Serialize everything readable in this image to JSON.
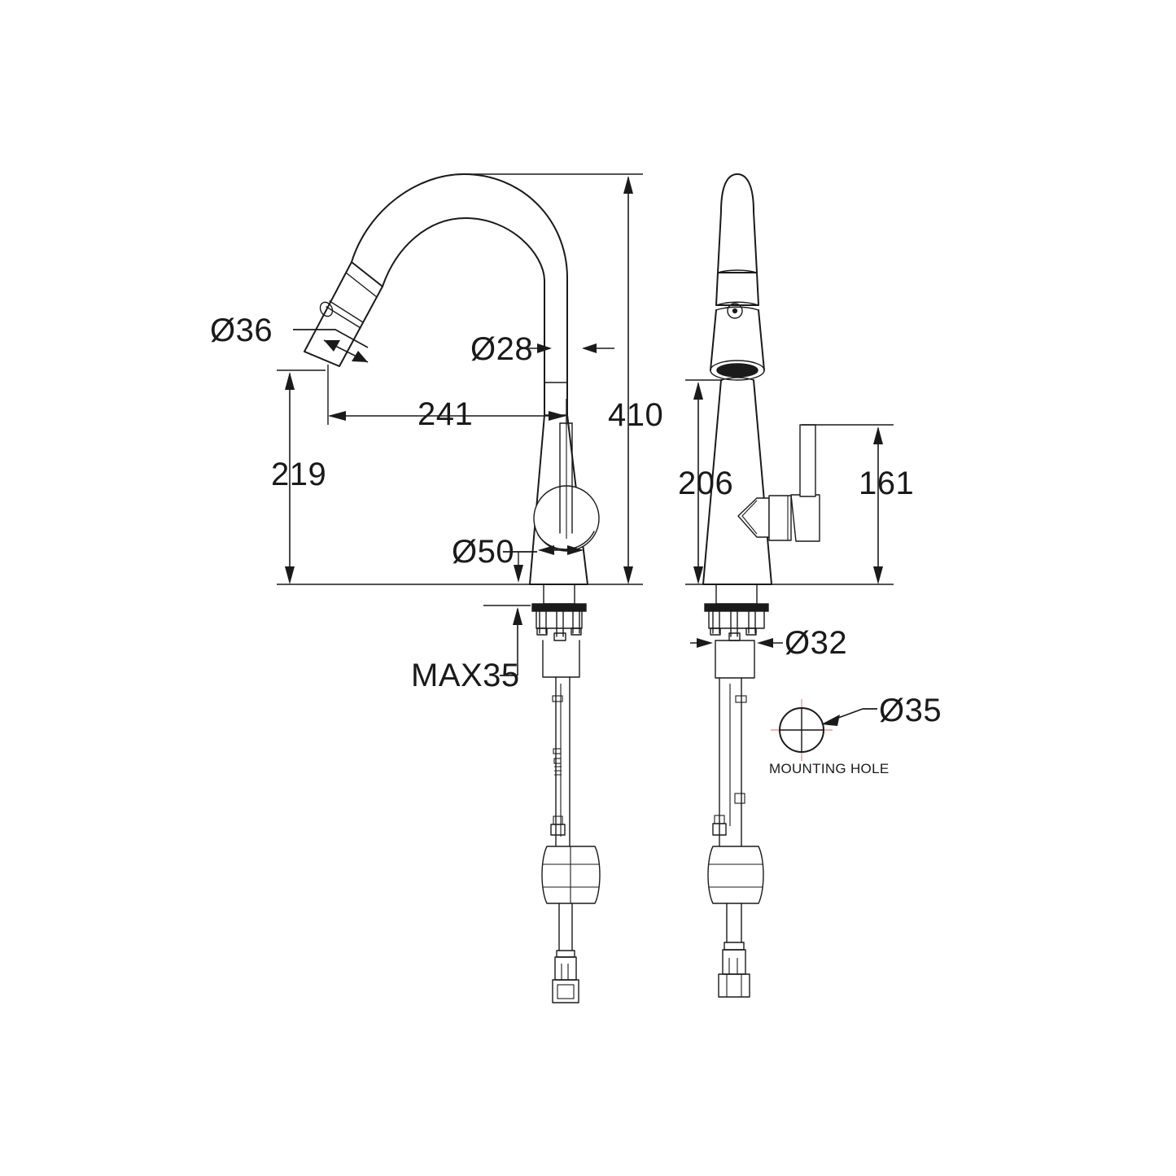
{
  "drawing": {
    "title": "Pull-Down Kitchen Faucet Dimensional Drawing",
    "background_color": "#ffffff",
    "line_color": "#1a1a1a",
    "centerline_color": "#d98a84",
    "units": "mm",
    "views": [
      {
        "name": "front-elevation",
        "label": ""
      },
      {
        "name": "side-elevation",
        "label": ""
      }
    ]
  },
  "dimensions": {
    "spray_head_diameter": "Ø36",
    "spout_tube_diameter": "Ø28",
    "overall_height": "410",
    "spout_reach": "241",
    "spout_outlet_height": "219",
    "base_diameter": "Ø50",
    "deck_thickness_max": "MAX35",
    "shank_diameter": "Ø32",
    "handle_height": "161",
    "side_spout_height": "206",
    "mounting_hole_diameter": "Ø35"
  },
  "annotations": {
    "mounting_hole_label": "MOUNTING HOLE"
  }
}
